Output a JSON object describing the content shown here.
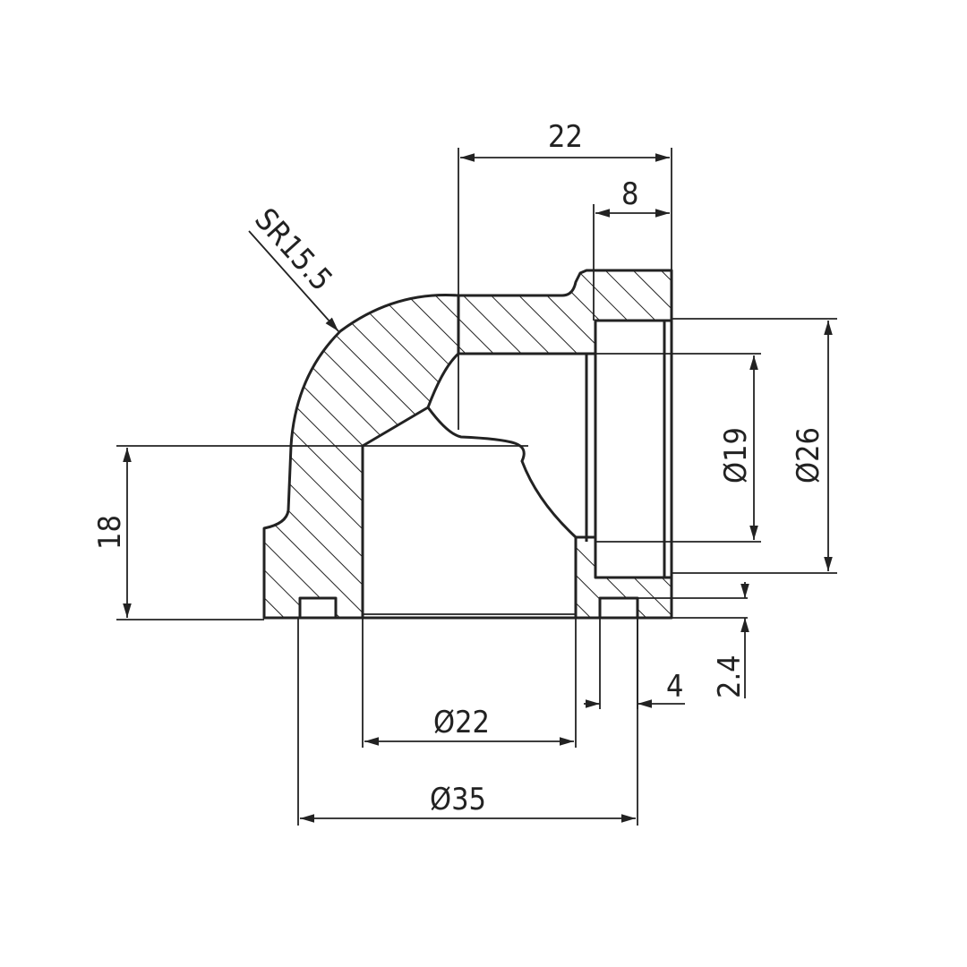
{
  "drawing": {
    "line_color": "#222222",
    "background": "#ffffff",
    "dimensions": {
      "width_22": "22",
      "width_8": "8",
      "height_18": "18",
      "radius": "SR15.5",
      "dia_19": "Ø19",
      "dia_26": "Ø26",
      "dia_22": "Ø22",
      "dia_35": "Ø35",
      "groove_4": "4",
      "groove_2_4": "2.4"
    }
  }
}
